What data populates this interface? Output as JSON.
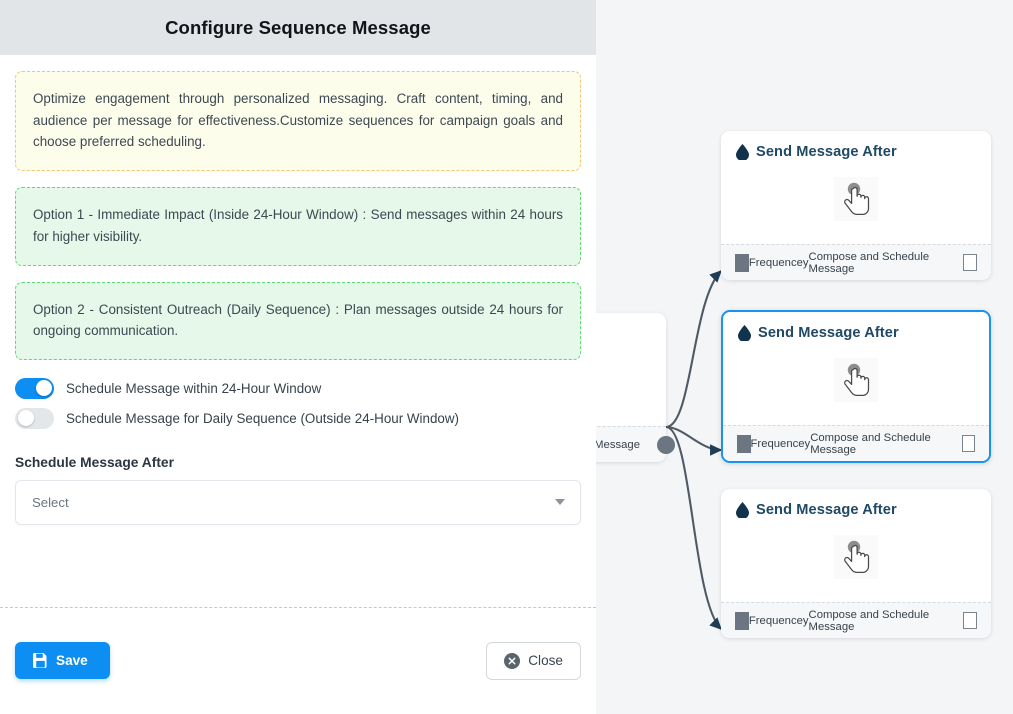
{
  "panel": {
    "title": "Configure Sequence Message",
    "notes": [
      {
        "kind": "warning",
        "text": "Optimize engagement through personalized messaging. Craft content, timing, and audience per message for effectiveness.Customize sequences for campaign goals and choose preferred scheduling."
      },
      {
        "kind": "success",
        "text": "Option 1 - Immediate Impact (Inside 24-Hour Window) : Send messages within 24 hours for higher visibility."
      },
      {
        "kind": "success",
        "text": "Option 2 - Consistent Outreach (Daily Sequence) : Plan messages outside 24 hours for ongoing communication."
      }
    ],
    "toggles": [
      {
        "label": "Schedule Message within 24-Hour Window",
        "state": "on"
      },
      {
        "label": "Schedule Message for Daily Sequence (Outside 24-Hour Window)",
        "state": "off"
      }
    ],
    "schedule_field": {
      "label": "Schedule Message After",
      "value": "Select",
      "placeholder": "Select"
    },
    "footer": {
      "save_label": "Save",
      "save_icon": "floppy-disk-icon",
      "close_label": "Close",
      "close_icon": "circle-x-icon"
    }
  },
  "canvas": {
    "source_node": {
      "footer_right": "ce Message"
    },
    "nodes": [
      {
        "title": "Send Message After",
        "title_icon": "water-drop-icon",
        "body_icon": "pointing-hand-cursor-icon",
        "footer_left": "Frequencey",
        "footer_right": "Compose and Schedule Message",
        "selected": false
      },
      {
        "title": "Send Message After",
        "title_icon": "water-drop-icon",
        "body_icon": "pointing-hand-cursor-icon",
        "footer_left": "Frequencey",
        "footer_right": "Compose and Schedule Message",
        "selected": true
      },
      {
        "title": "Send Message After",
        "title_icon": "water-drop-icon",
        "body_icon": "pointing-hand-cursor-icon",
        "footer_left": "Frequencey",
        "footer_right": "Compose and Schedule Message",
        "selected": false
      }
    ]
  },
  "colors": {
    "accent": "#0d8ef2",
    "selection": "#1a93f0",
    "note_warning_bg": "#fdfdeb",
    "note_warning_border": "#f7c56c",
    "note_success_bg": "#e5f8e9",
    "note_success_border": "#5bdc72",
    "header_bg": "#e2e5e8",
    "canvas_bg": "#f4f5f7",
    "node_title": "#1f4965",
    "edge": "#4e5a66"
  }
}
